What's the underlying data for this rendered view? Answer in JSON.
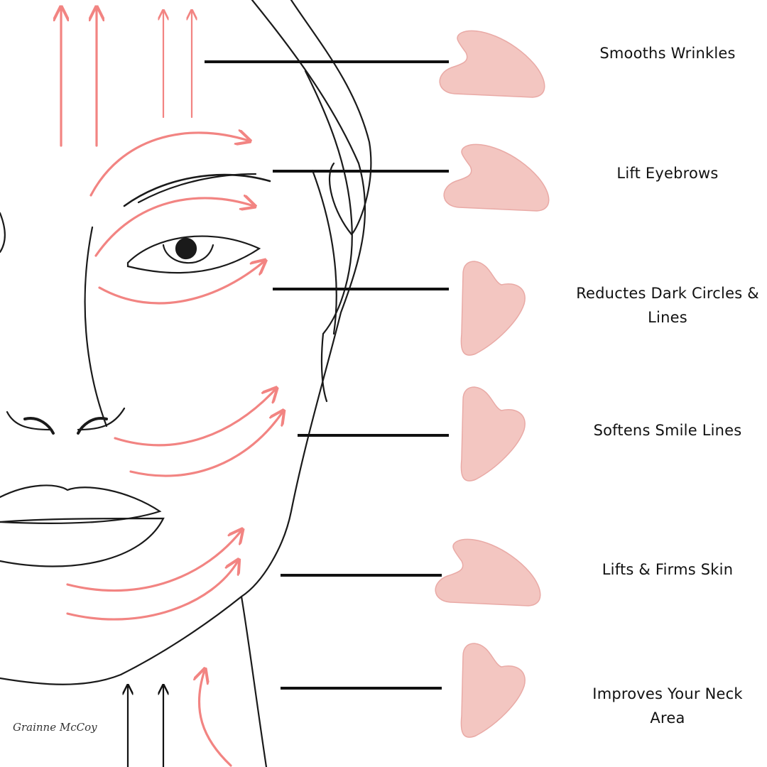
{
  "colors": {
    "arrow": "#f28482",
    "stone": "#f3c6c1",
    "stone_edge": "#e9aaa6",
    "line": "#111111"
  },
  "benefits": [
    {
      "label": "Smooths Wrinkles",
      "stone": "horizontal"
    },
    {
      "label": "Lift Eyebrows",
      "stone": "horizontal"
    },
    {
      "label": "Reductes Dark Circles & Lines",
      "stone": "vertical"
    },
    {
      "label": "Softens Smile Lines",
      "stone": "vertical"
    },
    {
      "label": "Lifts & Firms Skin",
      "stone": "horizontal"
    },
    {
      "label": "Improves Your Neck Area",
      "stone": "vertical"
    }
  ],
  "signature": "Grainne McCoy"
}
